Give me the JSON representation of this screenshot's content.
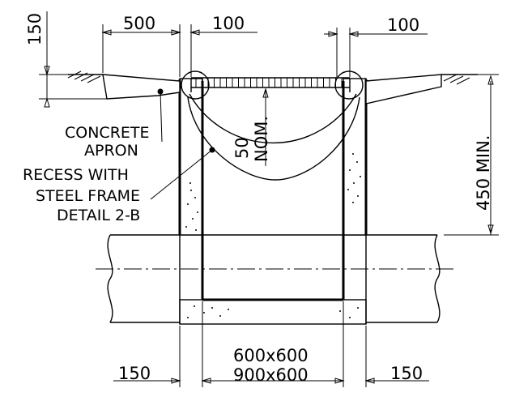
{
  "dimensions": {
    "top_left_150": "150",
    "apron_500": "500",
    "top_mid_100": "100",
    "top_right_100": "100",
    "nom_value": "50",
    "nom_label": "NOM.",
    "depth_label": "450 MIN.",
    "bottom_left_150": "150",
    "bottom_right_150": "150",
    "size_small": "600x600",
    "size_large": "900x600"
  },
  "notes": {
    "apron_line1": "CONCRETE",
    "apron_line2": "APRON",
    "recess_line1": "RECESS WITH",
    "recess_line2": "STEEL FRAME",
    "recess_line3": "DETAIL 2-B"
  }
}
